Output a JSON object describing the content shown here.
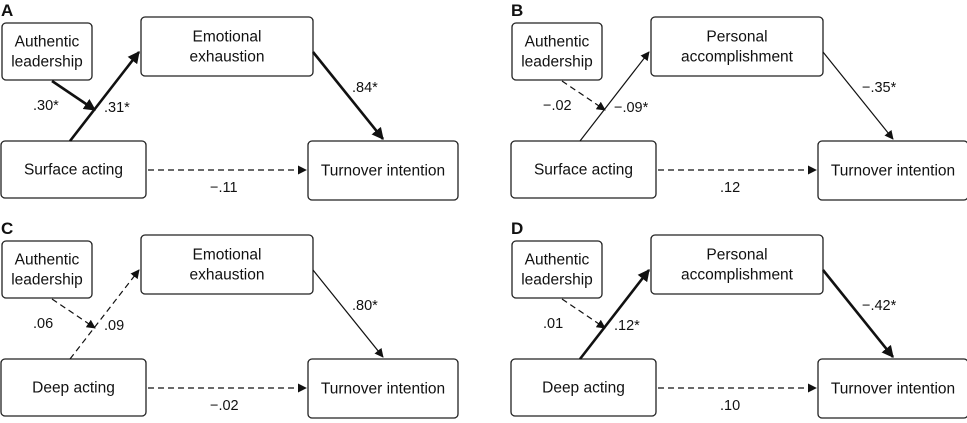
{
  "panels": [
    {
      "label": "A",
      "moderator": [
        "Authentic",
        "leadership"
      ],
      "predictor": "Surface acting",
      "mediator": [
        "Emotional",
        "exhaustion"
      ],
      "outcome": "Turnover intention",
      "moderation_coef": ".30*",
      "path_a_coef": ".31*",
      "path_b_coef": ".84*",
      "direct_coef": "−.11",
      "path_styles": {
        "moderation": "bold",
        "a": "bold",
        "b": "bold",
        "direct": "dashed"
      }
    },
    {
      "label": "B",
      "moderator": [
        "Authentic",
        "leadership"
      ],
      "predictor": "Surface acting",
      "mediator": [
        "Personal",
        "accomplishment"
      ],
      "outcome": "Turnover intention",
      "moderation_coef": "−.02",
      "path_a_coef": "−.09*",
      "path_b_coef": "−.35*",
      "direct_coef": ".12",
      "path_styles": {
        "moderation": "dashed",
        "a": "thin",
        "b": "thin",
        "direct": "dashed"
      }
    },
    {
      "label": "C",
      "moderator": [
        "Authentic",
        "leadership"
      ],
      "predictor": "Deep acting",
      "mediator": [
        "Emotional",
        "exhaustion"
      ],
      "outcome": "Turnover intention",
      "moderation_coef": ".06",
      "path_a_coef": ".09",
      "path_b_coef": ".80*",
      "direct_coef": "−.02",
      "path_styles": {
        "moderation": "dashed",
        "a": "dashed",
        "b": "thin",
        "direct": "dashed"
      }
    },
    {
      "label": "D",
      "moderator": [
        "Authentic",
        "leadership"
      ],
      "predictor": "Deep acting",
      "mediator": [
        "Personal",
        "accomplishment"
      ],
      "outcome": "Turnover intention",
      "moderation_coef": ".01",
      "path_a_coef": ".12*",
      "path_b_coef": "−.42*",
      "direct_coef": ".10",
      "path_styles": {
        "moderation": "dashed",
        "a": "bold",
        "b": "bold",
        "direct": "dashed"
      }
    }
  ]
}
